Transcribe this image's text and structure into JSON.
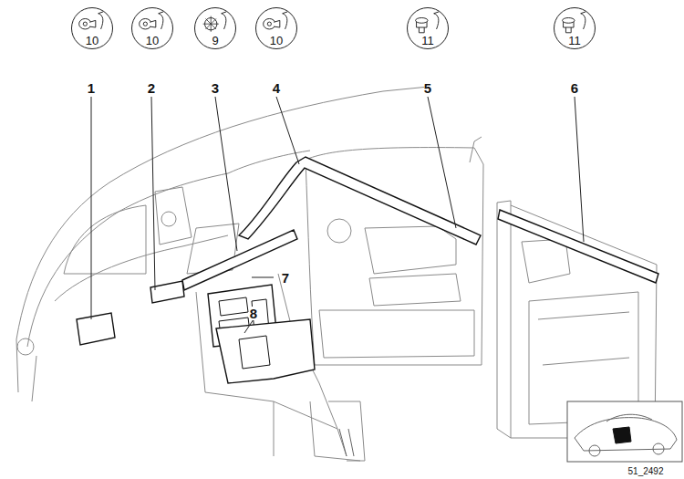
{
  "diagram": {
    "nodes": [
      {
        "text": [
          "10"
        ]
      },
      {
        "text": [
          "10"
        ]
      },
      {
        "text": [
          "9"
        ]
      },
      {
        "text": [
          "10"
        ]
      },
      {
        "text": [
          "11"
        ]
      },
      {
        "text": [
          "11"
        ]
      }
    ],
    "labels": [
      "1",
      "2",
      "3",
      "4",
      "5",
      "6",
      "7",
      "8",
      "51_2492"
    ]
  }
}
